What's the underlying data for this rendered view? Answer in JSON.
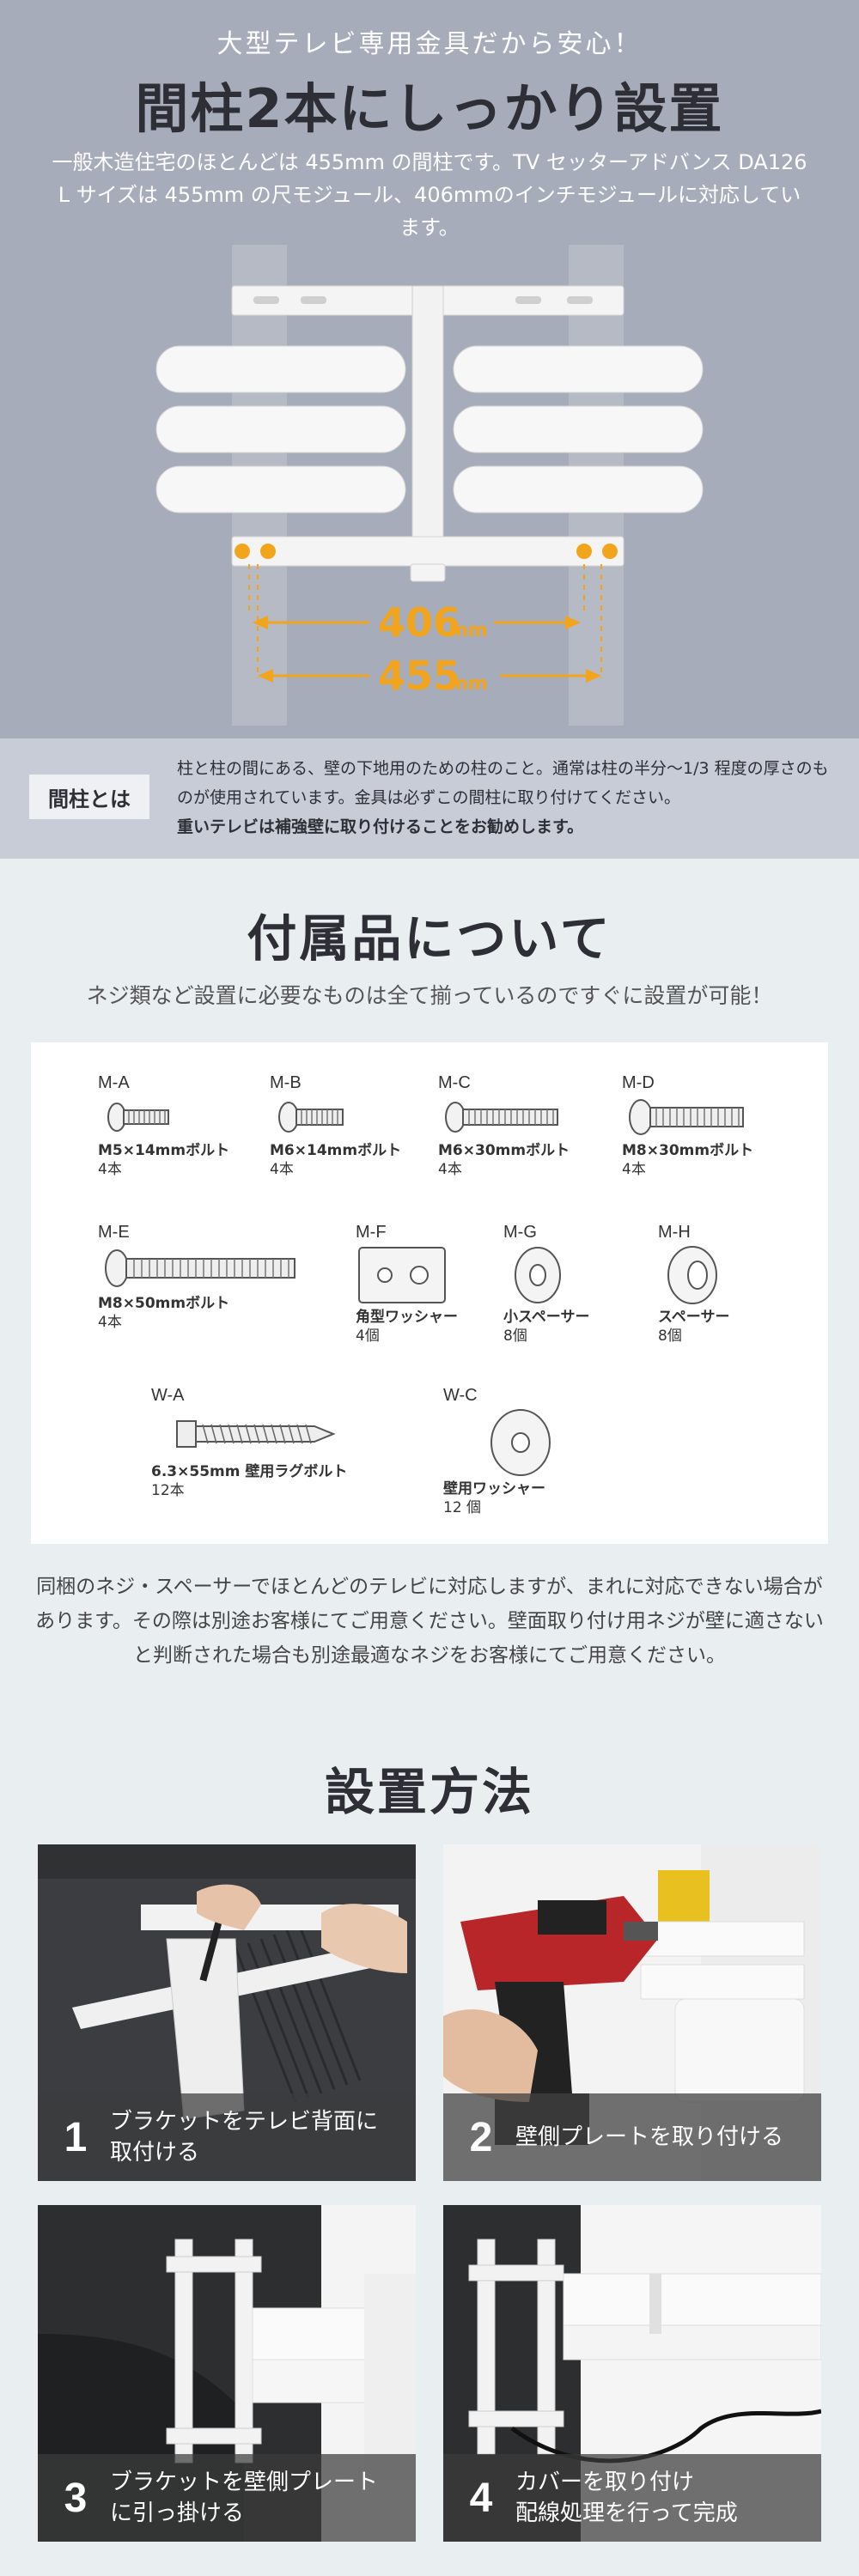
{
  "studs_section": {
    "subtitle": "大型テレビ専用金具だから安心！",
    "title": "間柱2本にしっかり設置",
    "lead": "一般木造住宅のほとんどは 455mm の間柱です。TV セッターアドバンス DA126 L サイズは 455mm の尺モジュール、406mmのインチモジュールに対応しています。",
    "dim_inner": "406",
    "dim_outer": "455",
    "dim_unit": "mm",
    "accent_color": "#f2a51c",
    "definition_tag": "間柱とは",
    "definition_text": "柱と柱の間にある、壁の下地用のための柱のこと。通常は柱の半分〜1/3 程度の厚さのものが使用されています。金具は必ずこの間柱に取り付けてください。",
    "definition_strong": "重いテレビは補強壁に取り付けることをお勧めします。"
  },
  "accessories": {
    "title": "付属品について",
    "lead": "ネジ類など設置に必要なものは全て揃っているのですぐに設置が可能！",
    "parts": [
      {
        "code": "M-A",
        "name": "M5×14mmボルト",
        "qty": "4本",
        "icon": "short-bolt-icon"
      },
      {
        "code": "M-B",
        "name": "M6×14mmボルト",
        "qty": "4本",
        "icon": "short-bolt-icon"
      },
      {
        "code": "M-C",
        "name": "M6×30mmボルト",
        "qty": "4本",
        "icon": "medium-bolt-icon"
      },
      {
        "code": "M-D",
        "name": "M8×30mmボルト",
        "qty": "4本",
        "icon": "medium-bolt-icon"
      },
      {
        "code": "M-E",
        "name": "M8×50mmボルト",
        "qty": "4本",
        "icon": "long-bolt-icon"
      },
      {
        "code": "M-F",
        "name": "角型ワッシャー",
        "qty": "4個",
        "icon": "square-washer-icon"
      },
      {
        "code": "M-G",
        "name": "小スペーサー",
        "qty": "8個",
        "icon": "small-spacer-icon"
      },
      {
        "code": "M-H",
        "name": "スペーサー",
        "qty": "8個",
        "icon": "spacer-icon"
      },
      {
        "code": "W-A",
        "name": "6.3×55mm 壁用ラグボルト",
        "qty": "12本",
        "icon": "lag-bolt-icon"
      },
      {
        "code": "W-C",
        "name": "壁用ワッシャー",
        "qty": "12 個",
        "icon": "wall-washer-icon"
      }
    ],
    "note": "同梱のネジ・スペーサーでほとんどのテレビに対応しますが、まれに対応できない場合があります。その際は別途お客様にてご用意ください。壁面取り付け用ネジが壁に適さないと判断された場合も別途最適なネジをお客様にてご用意ください。"
  },
  "install": {
    "title": "設置方法",
    "steps": [
      {
        "num": "1",
        "text": "ブラケットをテレビ背面に\n取付ける"
      },
      {
        "num": "2",
        "text": "壁側プレートを取り付ける"
      },
      {
        "num": "3",
        "text": "ブラケットを壁側プレート\nに引っ掛ける"
      },
      {
        "num": "4",
        "text": "カバーを取り付け\n配線処理を行って完成"
      }
    ]
  }
}
